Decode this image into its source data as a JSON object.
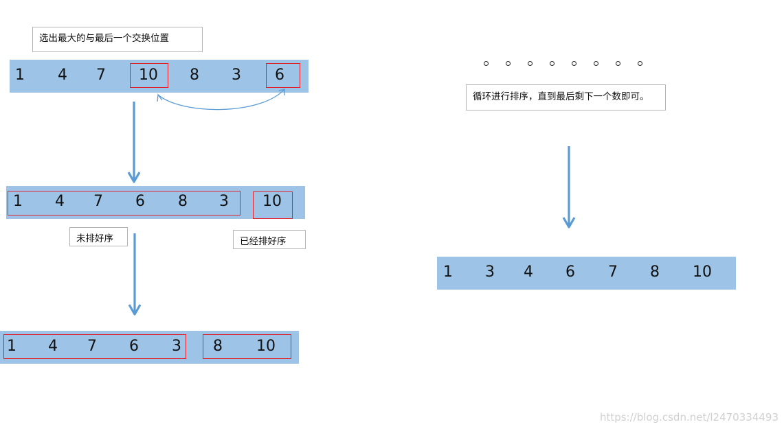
{
  "notes": {
    "select_max": "选出最大的与最后一个交换位置",
    "unsorted": "未排好序",
    "sorted": "已经排好序",
    "loop": "循环进行排序，直到最后剩下一个数即可。"
  },
  "rows": {
    "row1": [
      "1",
      "4",
      "7",
      "10",
      "8",
      "3",
      "6"
    ],
    "row2": [
      "1",
      "4",
      "7",
      "6",
      "8",
      "3",
      "10"
    ],
    "row3": [
      "1",
      "4",
      "7",
      "6",
      "3",
      "8",
      "10"
    ],
    "final": [
      "1",
      "3",
      "4",
      "6",
      "7",
      "8",
      "10"
    ]
  },
  "ellipsis_dots": 8,
  "watermark": "https://blog.csdn.net/l2470334493",
  "colors": {
    "bar": "#9dc3e6",
    "highlight": "#e0202a",
    "arrow": "#5b9bd5"
  }
}
